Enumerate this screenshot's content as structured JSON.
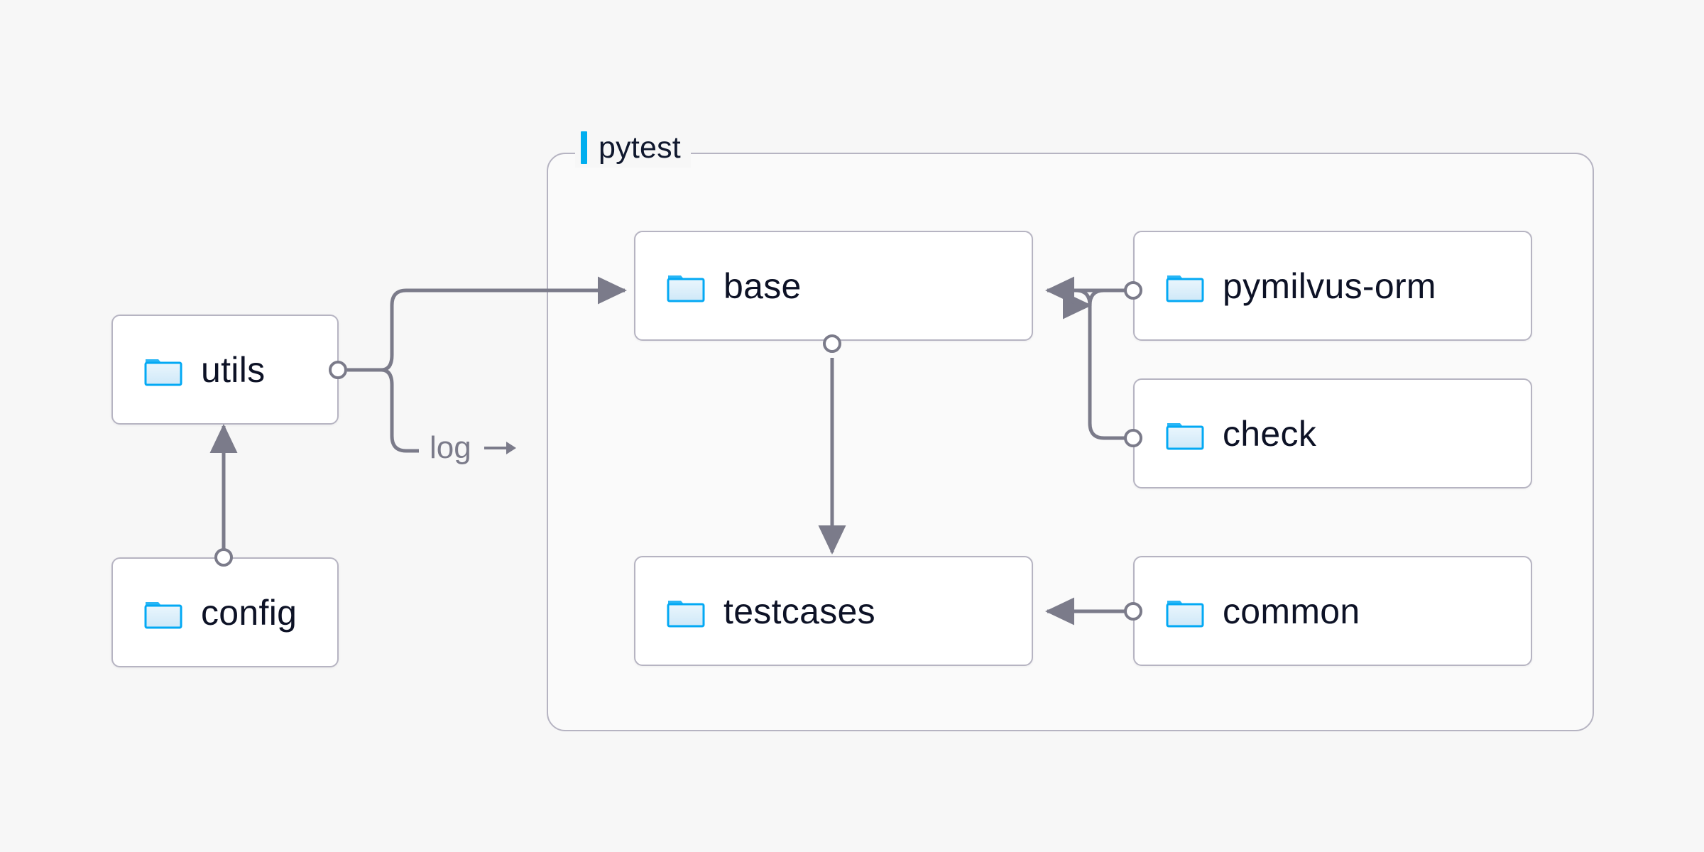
{
  "canvas": {
    "background": "#f7f7f7",
    "node_border": "#b6b4c2",
    "edge_color": "#7b7b8a",
    "accent": "#00aeef",
    "label_color": "#0d1226"
  },
  "group": {
    "name": "pytest-group",
    "label": "pytest",
    "accent_color": "#00aeef"
  },
  "nodes": [
    {
      "id": "utils",
      "label": "utils",
      "icon": "folder-icon"
    },
    {
      "id": "config",
      "label": "config",
      "icon": "folder-icon"
    },
    {
      "id": "base",
      "label": "base",
      "icon": "folder-icon"
    },
    {
      "id": "testcases",
      "label": "testcases",
      "icon": "folder-icon"
    },
    {
      "id": "pymilvus-orm",
      "label": "pymilvus-orm",
      "icon": "folder-icon"
    },
    {
      "id": "check",
      "label": "check",
      "icon": "folder-icon"
    },
    {
      "id": "common",
      "label": "common",
      "icon": "folder-icon"
    }
  ],
  "edges": [
    {
      "id": "config-to-utils",
      "from": "config",
      "to": "utils",
      "label": ""
    },
    {
      "id": "utils-to-base",
      "from": "utils",
      "to": "base",
      "label": ""
    },
    {
      "id": "utils-to-pytest-log",
      "from": "utils",
      "to": "pytest",
      "label": "log"
    },
    {
      "id": "base-to-testcases",
      "from": "base",
      "to": "testcases",
      "label": ""
    },
    {
      "id": "pymilvus-orm-to-base",
      "from": "pymilvus-orm",
      "to": "base",
      "label": ""
    },
    {
      "id": "check-to-base",
      "from": "check",
      "to": "base",
      "label": ""
    },
    {
      "id": "common-to-testcases",
      "from": "common",
      "to": "testcases",
      "label": ""
    }
  ]
}
